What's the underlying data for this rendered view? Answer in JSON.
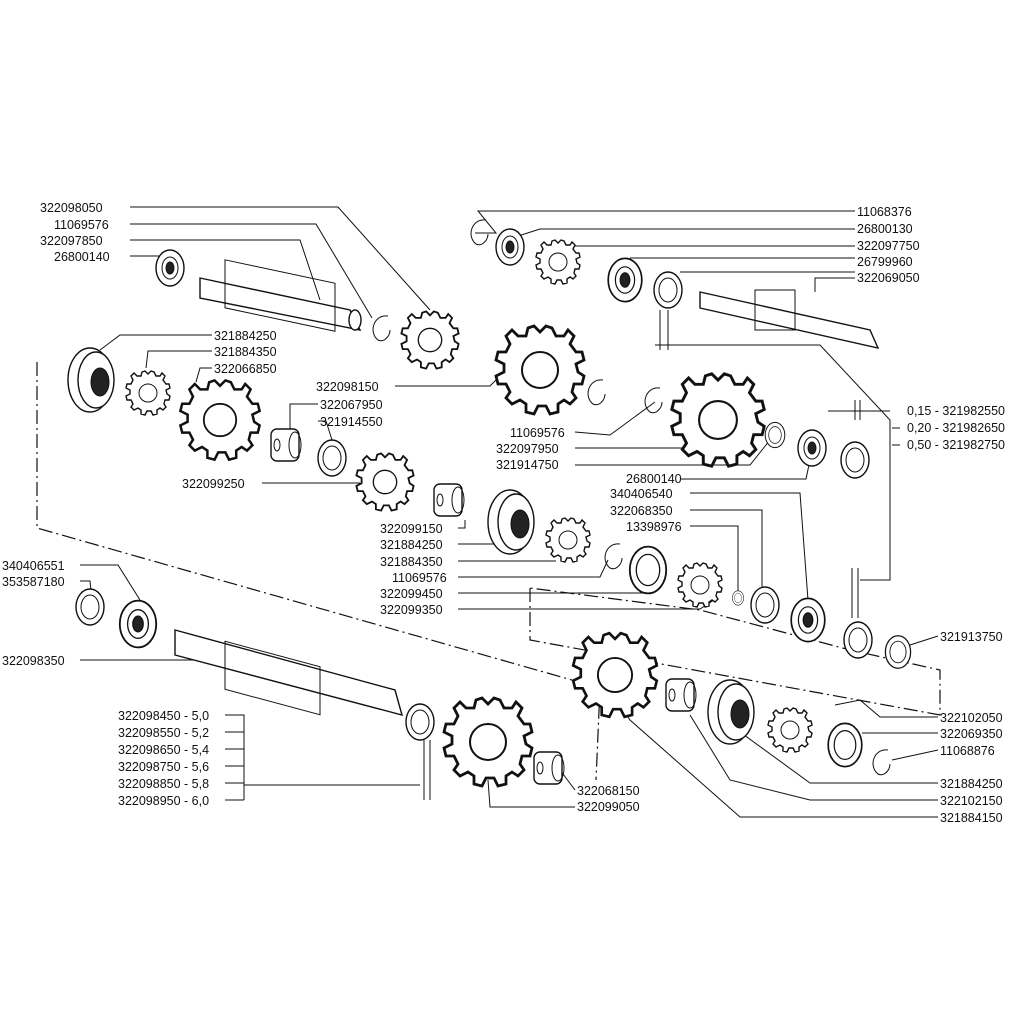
{
  "diagram": {
    "accent_color": "#111111",
    "background_color": "#ffffff",
    "labels": {
      "l1": "322098050",
      "l2": "11069576",
      "l3": "322097850",
      "l4": "26800140",
      "l5": "321884250",
      "l6": "321884350",
      "l7": "322066850",
      "l8": "322098150",
      "l9": "322067950",
      "l10": "321914550",
      "l11": "322099250",
      "l12": "11068376",
      "l13": "26800130",
      "l14": "322097750",
      "l15": "26799960",
      "l16": "322069050",
      "l17": "11069576",
      "l18": "322097950",
      "l19": "321914750",
      "l20": "26800140",
      "l21": "340406540",
      "l22": "322068350",
      "l23": "13398976",
      "l24": "322099150",
      "l25": "321884250",
      "l26": "321884350",
      "l27": "11069576",
      "l28": "322099450",
      "l29": "322099350",
      "l30": "0,15 - 321982550",
      "l31": "0,20 - 321982650",
      "l32": "0,50 - 321982750",
      "l33": "340406551",
      "l34": "353587180",
      "l35": "322098350",
      "l36": "321913750",
      "l37": "322102050",
      "l38": "322069350",
      "l39": "11068876",
      "l40": "321884250",
      "l41": "322102150",
      "l42": "321884150",
      "l43": "322098450 - 5,0",
      "l44": "322098550 - 5,2",
      "l45": "322098650 - 5,4",
      "l46": "322098750 - 5,6",
      "l47": "322098850 - 5,8",
      "l48": "322098950 - 6,0",
      "l49": "322068150",
      "l50": "322099050"
    },
    "icons": [
      "gear-icon",
      "bearing-icon",
      "shaft-icon",
      "ring-icon",
      "circlip-icon",
      "spacer-icon",
      "sleeve-icon",
      "synchro-hub-icon"
    ]
  }
}
